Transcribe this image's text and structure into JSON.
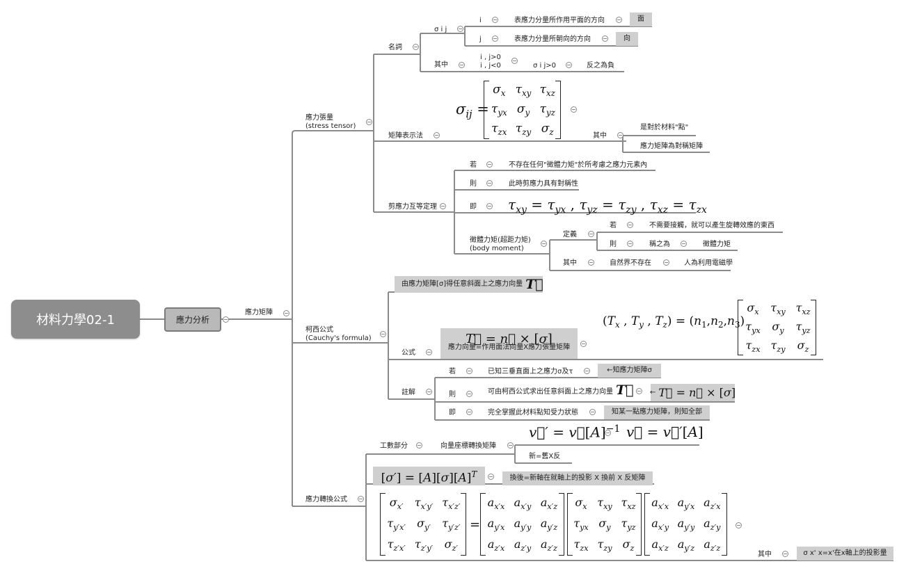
{
  "root": {
    "label": "材料力學02-1"
  },
  "main_topic": {
    "label": "應力分析"
  },
  "branch": {
    "label": "應力矩陣"
  },
  "stress_tensor": {
    "title": "應力張量\n(stress tensor)",
    "terms": {
      "label": "名詞",
      "sigma_ij": "σ i j",
      "i_label": "i",
      "i_desc": "表應力分量所作用平面的方向",
      "i_box": "面",
      "j_label": "j",
      "j_desc": "表應力分量所朝向的方向",
      "j_box": "向",
      "where": "其中",
      "ij_pos": "i , j>0",
      "ij_neg": "i , j<0",
      "sigma_pos": "σ i j>0",
      "negative": "反之為負"
    },
    "matrix": {
      "label": "矩陣表示法",
      "where": "其中",
      "note1": "是對於材料\"點\"",
      "note2": "應力矩陣為對稱矩陣"
    },
    "shear": {
      "label": "剪應力互等定理",
      "if": "若",
      "if_text": "不存在任何\"徵體力矩\"於所考慮之應力元素內",
      "then": "則",
      "then_text": "此時剪應力具有對稱性",
      "ie": "即",
      "body_moment": "徵體力矩(超距力矩)\n(body moment)",
      "definition": "定義",
      "def_if": "若",
      "def_if_text": "不需要接觸，就可以產生旋轉效應的東西",
      "def_then": "則",
      "def_then_text": "稱之為",
      "def_name": "徵體力矩",
      "where": "其中",
      "nature": "自然界不存在",
      "artificial": "人為利用電磁學"
    }
  },
  "cauchy": {
    "title": "柯西公式\n(Cauchy's formula)",
    "intro": "由應力矩陣[σ]得任意斜面上之應力向量",
    "formula_label": "公式",
    "formula_caption": "應力向量=作用面法向量X應力張量矩陣",
    "notes_label": "註解",
    "if": "若",
    "if_text": "已知三垂直面上之應力σ及τ",
    "if_box": "←知應力矩陣σ",
    "then": "則",
    "then_text": "可由柯西公式求出任意斜面上之應力向量",
    "then_box_prefix": "←",
    "ie": "即",
    "ie_text": "完全掌握此材料點知受力狀態",
    "ie_box": "知某一點應力矩陣，則知全部"
  },
  "transform": {
    "title": "應力轉換公式",
    "math_part": "工數部分",
    "vector_transform": "向量座標轉換矩陣",
    "new_old": "新=舊X反",
    "caption": "換後=新軸在就軸上的投影 X 換前 X 反矩陣",
    "where": "其中",
    "where_box": "σ x' x=x'在x軸上的投影量"
  }
}
